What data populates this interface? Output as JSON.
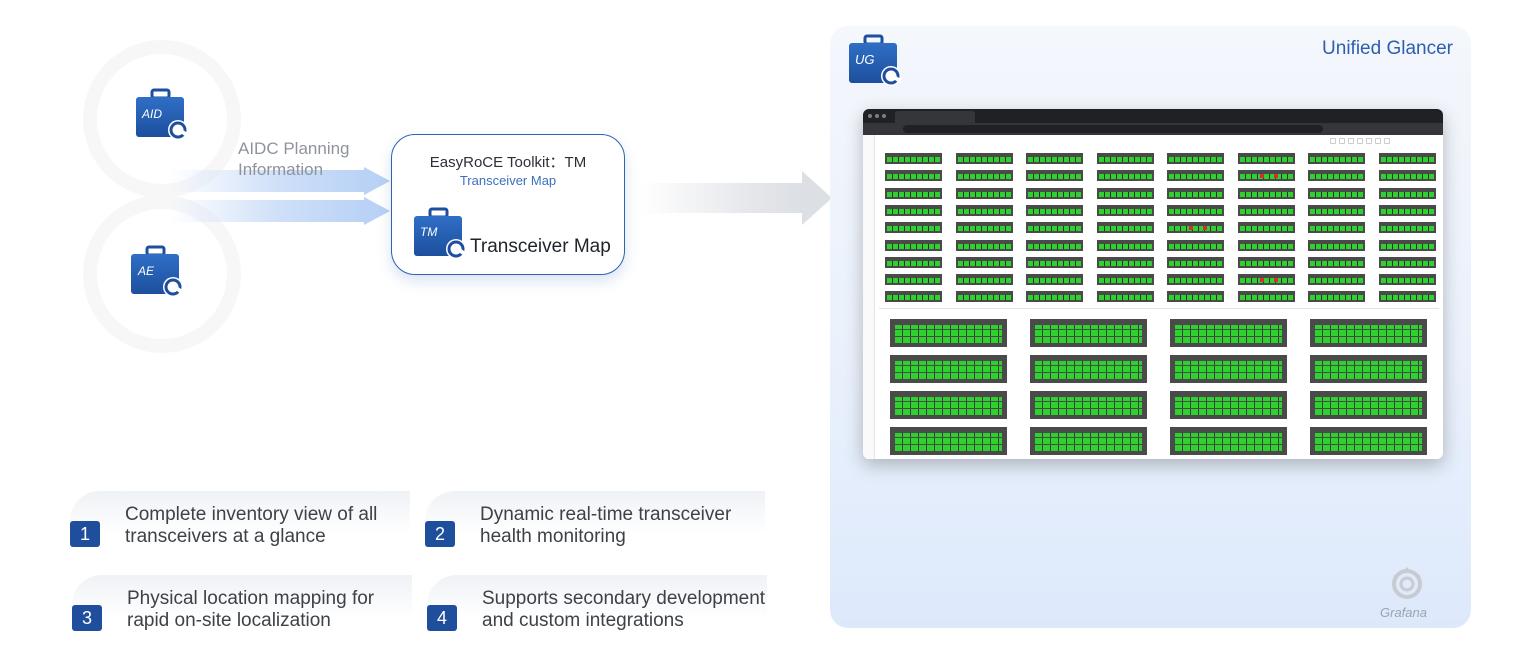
{
  "left_icons": {
    "aid": {
      "label": "AID"
    },
    "ae": {
      "label": "AE"
    }
  },
  "planning_label": {
    "line1": "AIDC Planning",
    "line2": "Information"
  },
  "tm_card": {
    "title": "EasyRoCE Toolkit：TM",
    "subtitle": "Transceiver Map",
    "icon_label": "TM",
    "name": "Transceiver Map"
  },
  "unified_glancer": {
    "title": "Unified Glancer",
    "icon_label": "UG"
  },
  "features": [
    {
      "number": "1",
      "line1": "Complete inventory view of all",
      "line2": "transceivers at a glance"
    },
    {
      "number": "2",
      "line1": "Dynamic real-time transceiver",
      "line2": "health monitoring"
    },
    {
      "number": "3",
      "line1": "Physical location mapping for",
      "line2": "rapid on-site localization"
    },
    {
      "number": "4",
      "line1": "Supports secondary development",
      "line2": "and custom integrations"
    }
  ],
  "grafana": {
    "label": "Grafana"
  },
  "colors": {
    "accent": "#1f4f9c",
    "port_ok": "#2fd12f",
    "port_alert": "#d03030",
    "panel_bg": "#eaf1fc"
  }
}
